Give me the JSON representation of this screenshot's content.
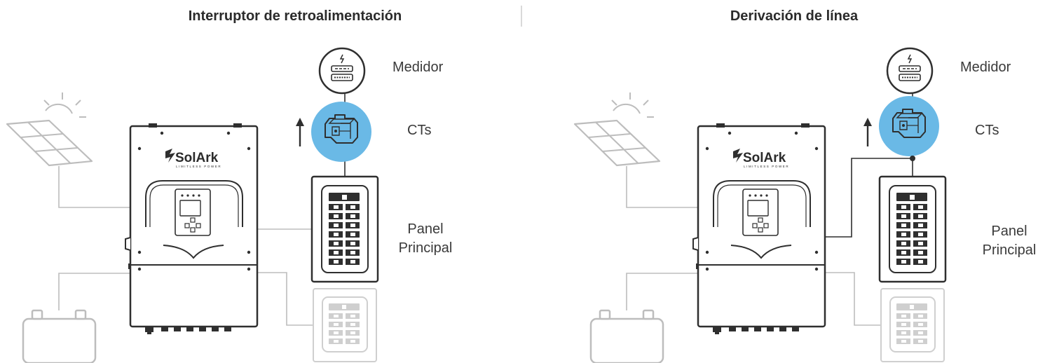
{
  "diagrams": [
    {
      "title": "Interruptor de retroalimentación",
      "labels": {
        "meter": "Medidor",
        "cts": "CTs",
        "panel_line1": "Panel",
        "panel_line2": "Principal"
      }
    },
    {
      "title": "Derivación de línea",
      "labels": {
        "meter": "Medidor",
        "cts": "CTs",
        "panel_line1": "Panel",
        "panel_line2": "Principal"
      }
    }
  ],
  "inverter": {
    "brand": "SolArk",
    "tagline": "LIMITLESS POWER"
  },
  "colors": {
    "ct_highlight": "#6ab9e6",
    "line_dark": "#2f2f2f",
    "line_light": "#bdbdbd"
  },
  "icons": [
    "solar-panel-icon",
    "sun-icon",
    "battery-icon",
    "inverter-icon",
    "meter-icon",
    "current-transformer-icon",
    "breaker-panel-icon",
    "sub-panel-icon",
    "arrow-up-icon"
  ]
}
